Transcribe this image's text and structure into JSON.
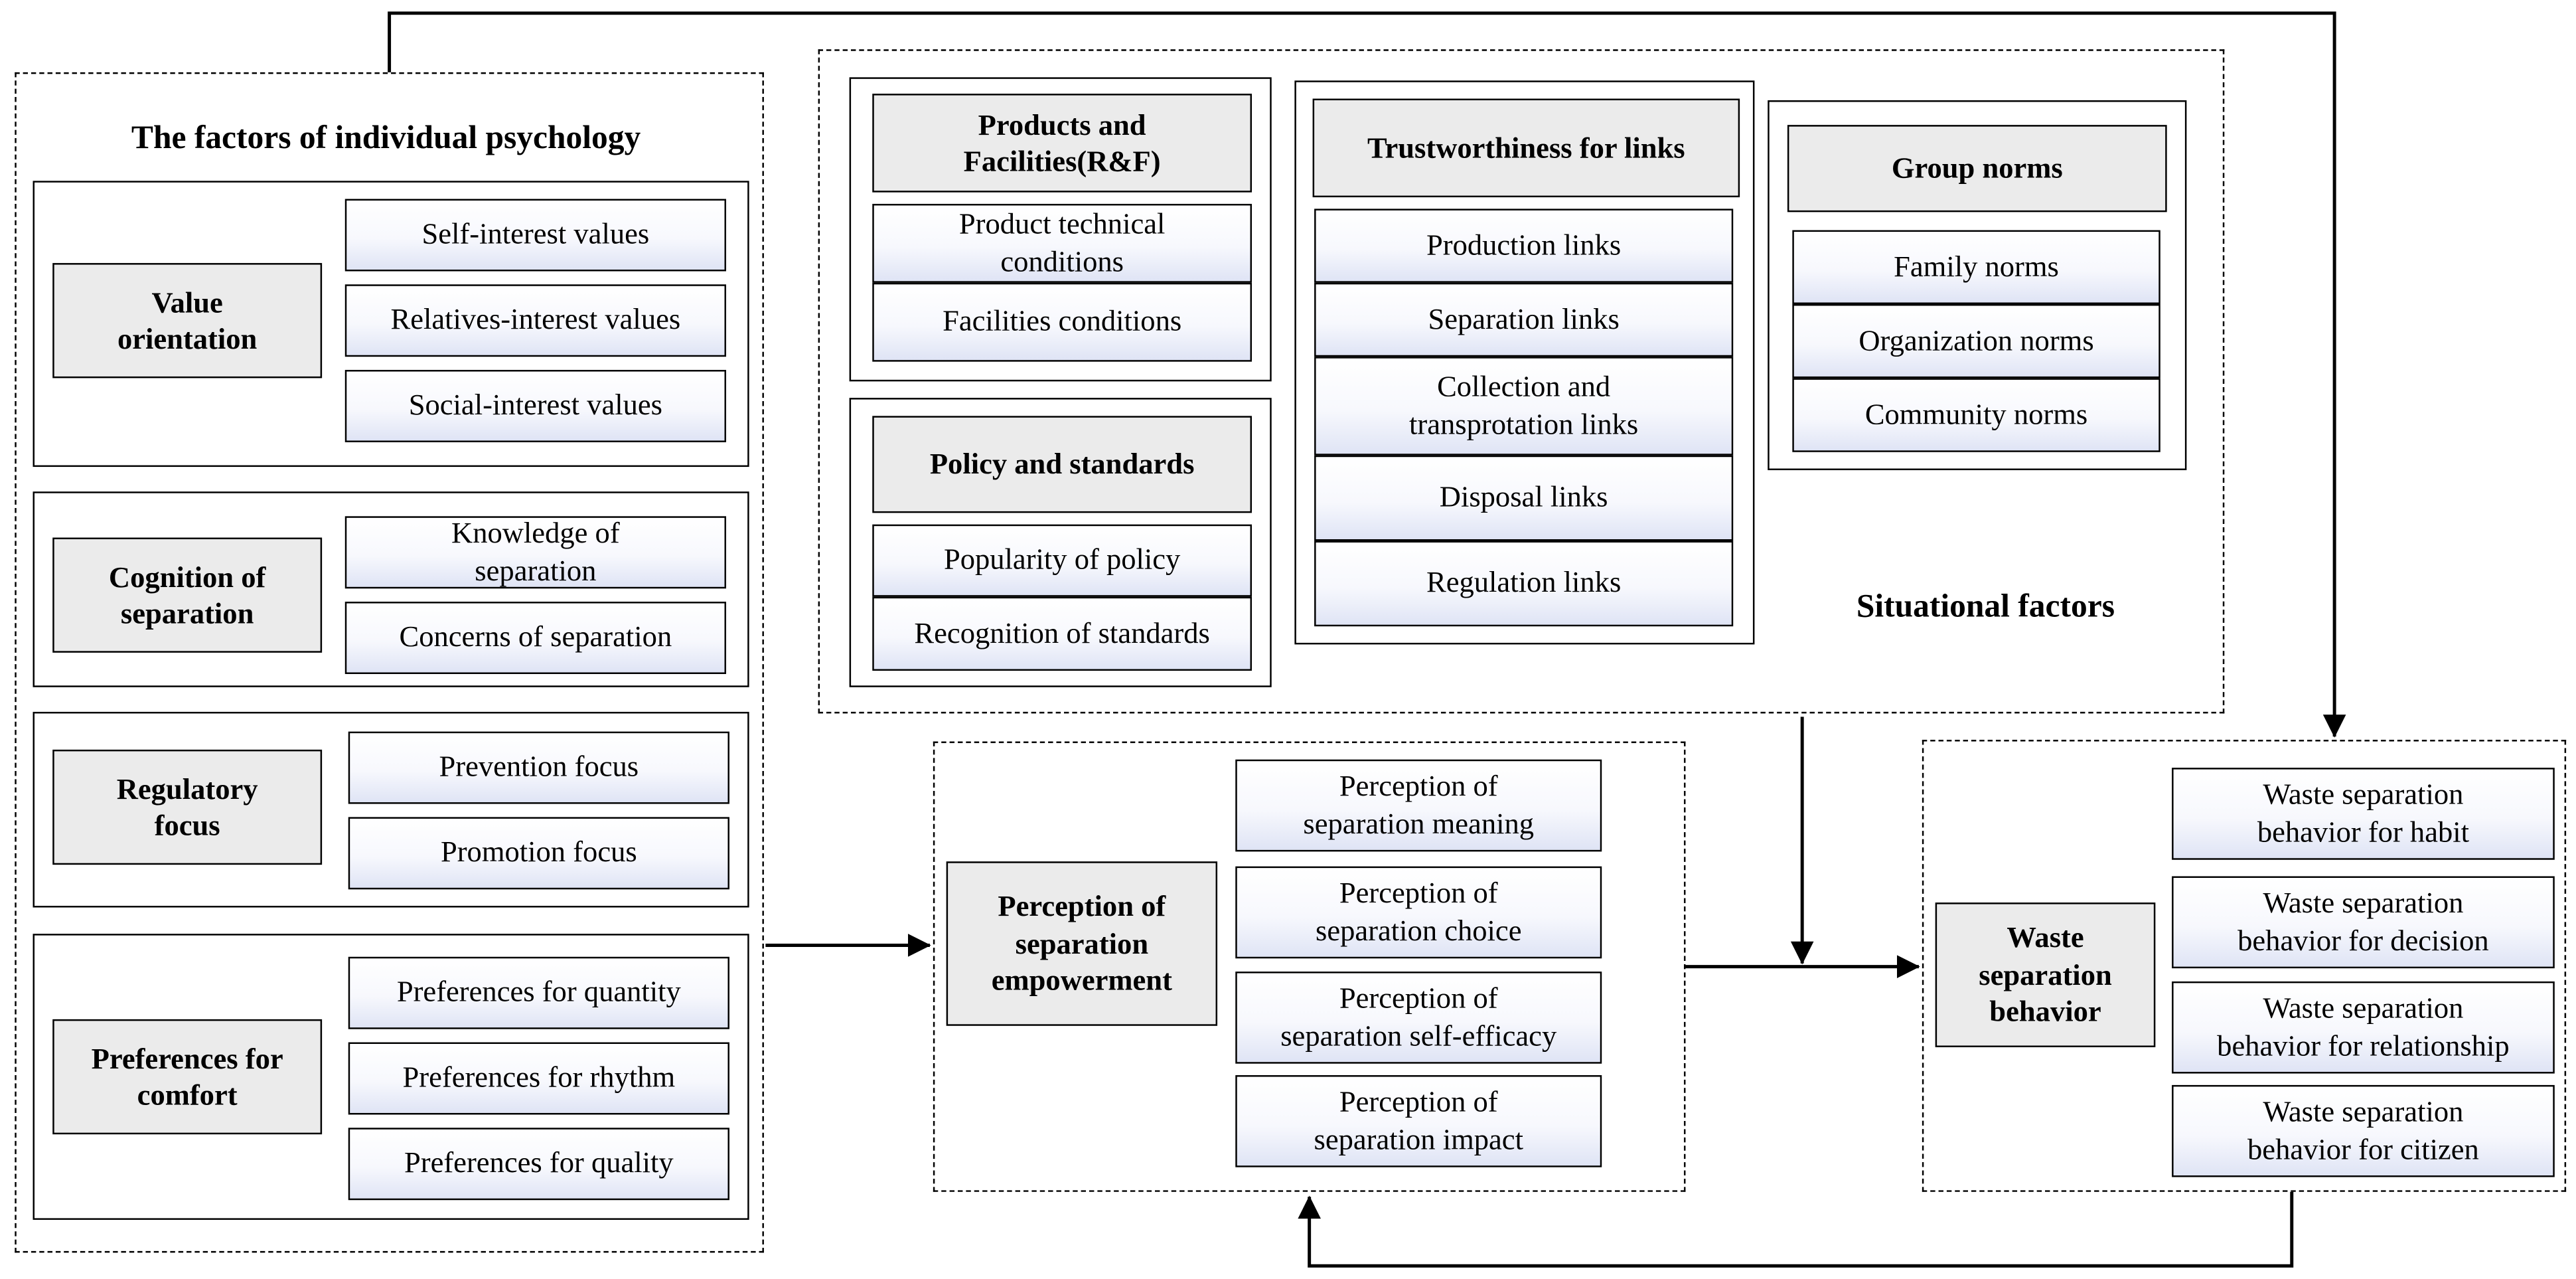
{
  "psychology": {
    "title": "The factors of individual psychology",
    "value_orientation": {
      "label": "Value\norientation",
      "items": [
        "Self-interest values",
        "Relatives-interest values",
        "Social-interest values"
      ]
    },
    "cognition": {
      "label": "Cognition of\nseparation",
      "items": [
        "Knowledge of\nseparation",
        "Concerns of separation"
      ]
    },
    "regulatory": {
      "label": "Regulatory\nfocus",
      "items": [
        "Prevention focus",
        "Promotion focus"
      ]
    },
    "comfort": {
      "label": "Preferences for\ncomfort",
      "items": [
        "Preferences for quantity",
        "Preferences for rhythm",
        "Preferences for quality"
      ]
    }
  },
  "situational": {
    "label": "Situational factors",
    "products": {
      "label": "Products and\nFacilities(R&F)",
      "items": [
        "Product technical\nconditions",
        "Facilities conditions"
      ]
    },
    "policy": {
      "label": "Policy and standards",
      "items": [
        "Popularity of policy",
        "Recognition of standards"
      ]
    },
    "trust": {
      "label": "Trustworthiness for links",
      "items": [
        "Production links",
        "Separation links",
        "Collection and\ntransprotation links",
        "Disposal links",
        "Regulation links"
      ]
    },
    "group": {
      "label": "Group norms",
      "items": [
        "Family norms",
        "Organization norms",
        "Community norms"
      ]
    }
  },
  "empowerment": {
    "label": "Perception of\nseparation\nempowerment",
    "items": [
      "Perception of\nseparation meaning",
      "Perception of\nseparation choice",
      "Perception of\nseparation self-efficacy",
      "Perception of\nseparation impact"
    ]
  },
  "behavior": {
    "label": "Waste\nseparation\nbehavior",
    "items": [
      "Waste separation\nbehavior for habit",
      "Waste separation\nbehavior for decision",
      "Waste separation\nbehavior for relationship",
      "Waste separation\nbehavior for citizen"
    ]
  },
  "colors": {
    "header_fill": "#ebebeb",
    "item_gradient_bottom": "#dfe4f5",
    "line": "#000000"
  }
}
